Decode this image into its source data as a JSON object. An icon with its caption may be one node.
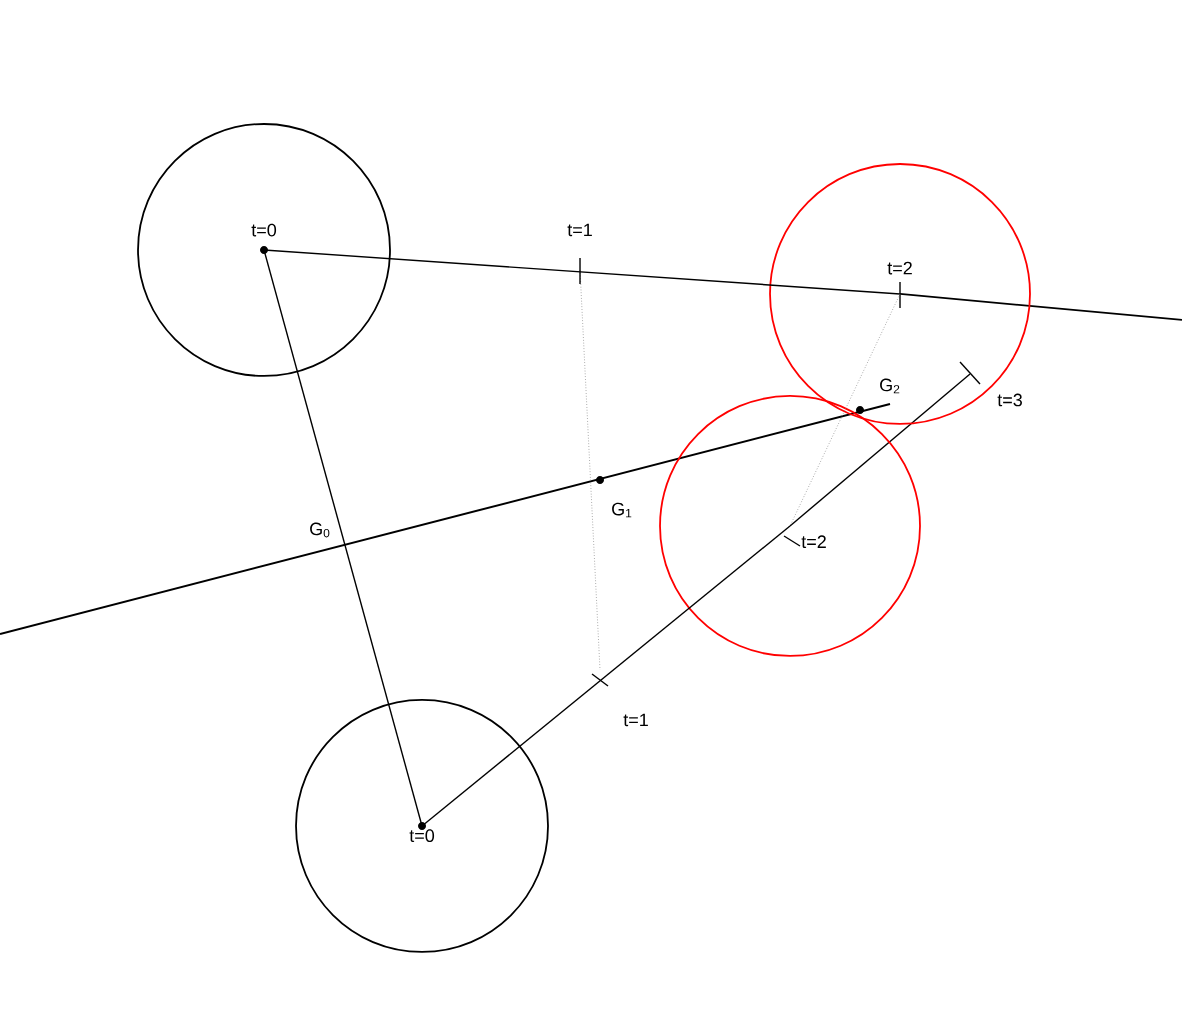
{
  "diagram": {
    "nodes": [
      {
        "text": [
          "t=0"
        ]
      },
      {
        "text": [
          "t=2"
        ]
      },
      {
        "text": [
          "t=2"
        ]
      },
      {
        "text": [
          "t=0"
        ]
      }
    ],
    "edges": [
      {
        "from": 0,
        "to": 3,
        "arrow": "none"
      },
      {
        "from": 0,
        "to": 1,
        "arrow": "none"
      },
      {
        "from": 3,
        "to": 2,
        "arrow": "none"
      },
      {
        "from": 1,
        "to": 2,
        "arrow": "none",
        "style": "dashed",
        "color": "#808080"
      }
    ],
    "labels": [
      "t=1",
      "G$_{0}$",
      "G$_{2}$",
      "t=3",
      "G$_{1}$",
      "t=1"
    ]
  }
}
